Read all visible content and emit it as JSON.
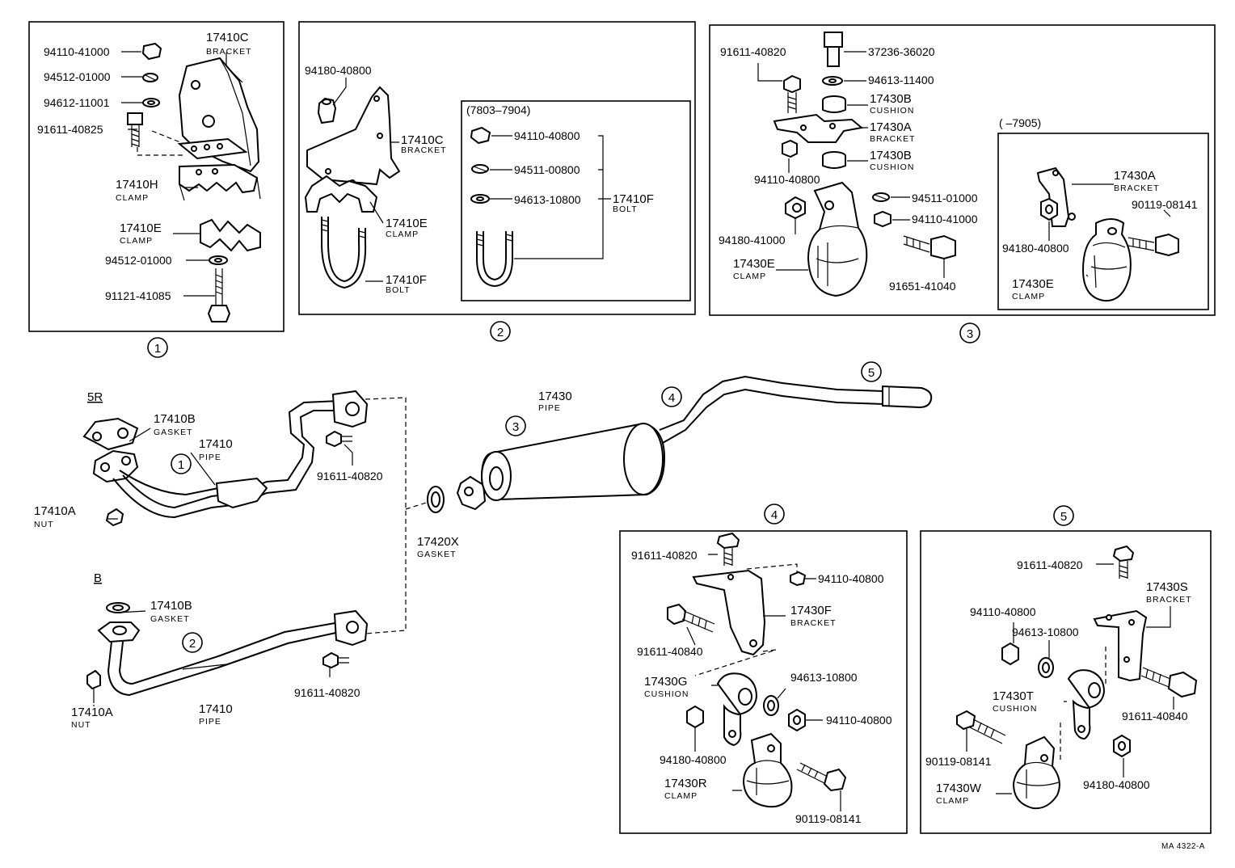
{
  "labels": {
    "p1_1": "94110-41000",
    "p1_2": "94512-01000",
    "p1_3": "94612-11001",
    "p1_4": "91611-40825",
    "p1_5": "17410C",
    "p1_5s": "BRACKET",
    "p1_6": "17410H",
    "p1_6s": "CLAMP",
    "p1_7": "17410E",
    "p1_7s": "CLAMP",
    "p1_8": "94512-01000",
    "p1_9": "91121-41085",
    "p2_1": "94180-40800",
    "p2_2": "17410C",
    "p2_2s": "BRACKET",
    "p2_3": "17410E",
    "p2_3s": "CLAMP",
    "p2_4": "17410F",
    "p2_4s": "BOLT",
    "p2_sub": "(7803–7904)",
    "p2_5": "94110-40800",
    "p2_6": "94511-00800",
    "p2_7": "94613-10800",
    "p2_8": "17410F",
    "p2_8s": "BOLT",
    "p3_1": "91611-40820",
    "p3_2": "37236-36020",
    "p3_3": "94613-11400",
    "p3_4": "17430B",
    "p3_4s": "CUSHION",
    "p3_5": "17430A",
    "p3_5s": "BRACKET",
    "p3_6": "17430B",
    "p3_6s": "CUSHION",
    "p3_7": "94110-40800",
    "p3_8": "94511-01000",
    "p3_9": "94110-41000",
    "p3_10": "94180-41000",
    "p3_11": "17430E",
    "p3_11s": "CLAMP",
    "p3_12": "91651-41040",
    "p3_sub": "(      –7905)",
    "p3_13": "17430A",
    "p3_13s": "BRACKET",
    "p3_14": "90119-08141",
    "p3_15": "94180-40800",
    "p3_16": "17430E",
    "p3_16s": "CLAMP",
    "m_5r": "5R",
    "m_1": "17410B",
    "m_1s": "GASKET",
    "m_2": "17410",
    "m_2s": "PIPE",
    "m_3": "91611-40820",
    "m_4": "17410A",
    "m_4s": "NUT",
    "m_b": "B",
    "m_5": "17410B",
    "m_5s": "GASKET",
    "m_6": "17410",
    "m_6s": "PIPE",
    "m_7": "91611-40820",
    "m_8": "17410A",
    "m_8s": "NUT",
    "m_9": "17420X",
    "m_9s": "GASKET",
    "m_10": "17430",
    "m_10s": "PIPE",
    "p4_1": "91611-40820",
    "p4_2": "94110-40800",
    "p4_3": "17430F",
    "p4_3s": "BRACKET",
    "p4_4": "91611-40840",
    "p4_5": "17430G",
    "p4_5s": "CUSHION",
    "p4_6": "94613-10800",
    "p4_7": "94110-40800",
    "p4_8": "94180-40800",
    "p4_9": "17430R",
    "p4_9s": "CLAMP",
    "p4_10": "90119-08141",
    "p5_1": "91611-40820",
    "p5_2": "17430S",
    "p5_2s": "BRACKET",
    "p5_3": "94110-40800",
    "p5_4": "94613-10800",
    "p5_5": "17430T",
    "p5_5s": "CUSHION",
    "p5_6": "91611-40840",
    "p5_7": "90119-08141",
    "p5_8": "17430W",
    "p5_8s": "CLAMP",
    "p5_9": "94180-40800",
    "code": "MA 4322-A"
  },
  "circles": {
    "c1": "1",
    "c2": "2",
    "c3": "3",
    "c4": "4",
    "c5": "5",
    "m1": "1",
    "m2": "2",
    "m3": "3",
    "m4": "4",
    "m5": "5"
  }
}
